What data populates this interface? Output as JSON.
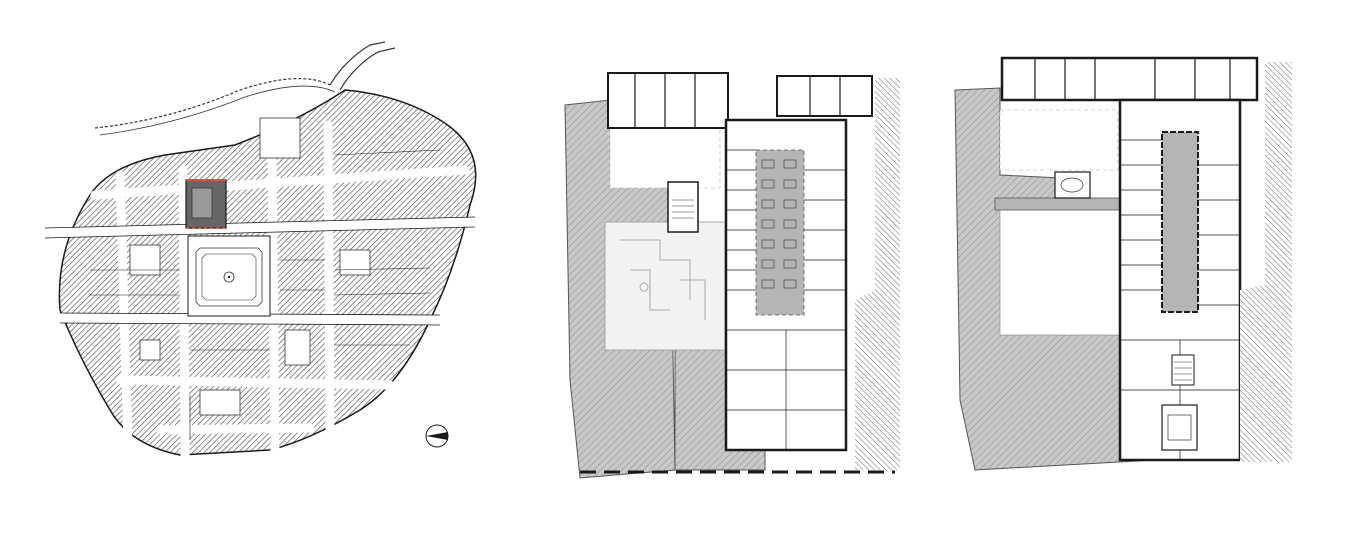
{
  "figure": {
    "panels": [
      {
        "id": "site-plan",
        "kind": "urban site plan with north arrow"
      },
      {
        "id": "floor-plan-1",
        "kind": "architectural floor plan"
      },
      {
        "id": "floor-plan-2",
        "kind": "architectural floor plan"
      }
    ],
    "colors": {
      "line": "#1a1a1a",
      "hatch": "#555555",
      "existing_fill": "#c8c8c8",
      "corridor_fill": "#b5b5b5",
      "highlight": "#d9532b",
      "courtyard": "#f2f2f2"
    },
    "icons": [
      "north-arrow-icon"
    ]
  }
}
